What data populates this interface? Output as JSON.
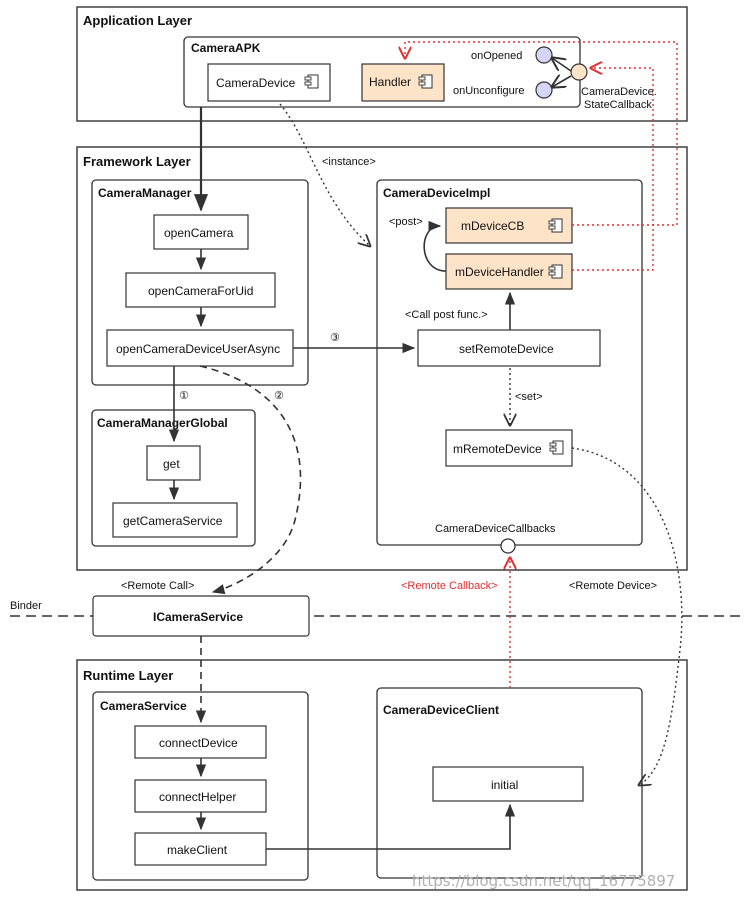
{
  "layers": {
    "application": "Application Layer",
    "framework": "Framework Layer",
    "runtime": "Runtime Layer"
  },
  "app": {
    "group": "CameraAPK",
    "camera_device": "CameraDevice",
    "handler": "Handler",
    "on_opened": "onOpened",
    "on_unconfigure": "onUnconfigure",
    "state_callback_line1": "CameraDevice.",
    "state_callback_line2": "StateCallback"
  },
  "framework": {
    "camera_manager": "CameraManager",
    "open_camera": "openCamera",
    "open_camera_for_uid": "openCameraForUid",
    "open_camera_device_user_async": "openCameraDeviceUserAsync",
    "camera_manager_global": "CameraManagerGlobal",
    "get": "get",
    "get_camera_service": "getCameraService",
    "camera_device_impl": "CameraDeviceImpl",
    "m_device_cb": "mDeviceCB",
    "m_device_handler": "mDeviceHandler",
    "post": "<post>",
    "call_post_func": "<Call post func.>",
    "set_remote_device": "setRemoteDevice",
    "set": "<set>",
    "m_remote_device": "mRemoteDevice",
    "camera_device_callbacks": "CameraDeviceCallbacks",
    "instance": "<instance>",
    "step1": "①",
    "step2": "②",
    "step3": "③"
  },
  "binder": {
    "label": "Binder",
    "icamera_service": "ICameraService",
    "remote_call": "<Remote Call>",
    "remote_callback": "<Remote Callback>",
    "remote_device": "<Remote Device>"
  },
  "runtime": {
    "camera_service": "CameraService",
    "connect_device": "connectDevice",
    "connect_helper": "connectHelper",
    "make_client": "makeClient",
    "camera_device_client": "CameraDeviceClient",
    "initial": "initial"
  },
  "watermark": "https://blog.csdn.net/qq_16775897",
  "colors": {
    "component_fill": "#fde3c8",
    "interface_fill": "#d8d4f5",
    "callback_fill": "#fde3c8",
    "remote_arrow": "#e03030"
  }
}
